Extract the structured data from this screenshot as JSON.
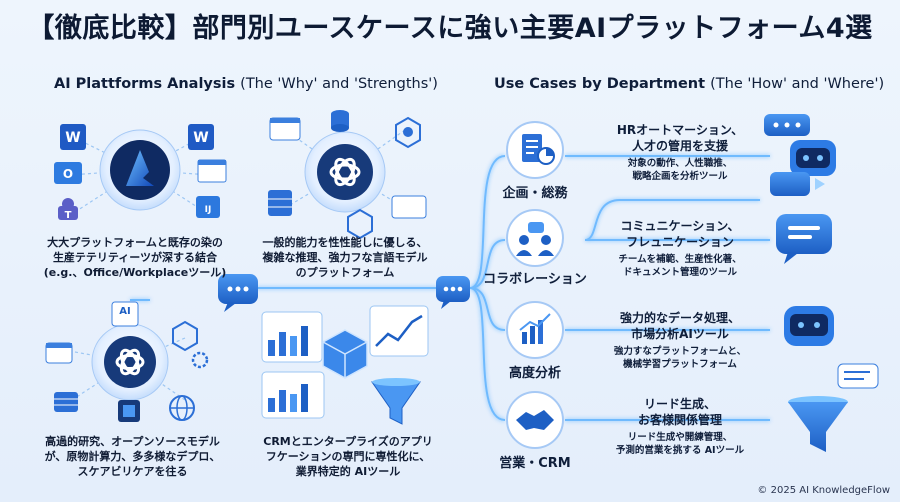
{
  "title": "【徹底比較】部門別ユースケースに強い主要AIプラットフォーム4選",
  "left_section": {
    "heading": "AI Plattforms Analysis",
    "heading_paren": "(The 'Why' and 'Strengths')",
    "panels": [
      {
        "caption": [
          "大大プラットフォームと既存の染の",
          "生産テテリティーツが深する結合",
          "(e.g.、Office/Workplaceツール)"
        ],
        "icon": "azure-hub-icon"
      },
      {
        "caption": [
          "一般的能力を性性能しに優しる、",
          "複雑な推理、強力フな言語モデル",
          "のプラットフォーム"
        ],
        "icon": "openai-hub-icon"
      },
      {
        "caption": [
          "高過的研究、オープンソースモデル",
          "が、原物計算力、多多様なデプロ、",
          "スケアビリケアを往る"
        ],
        "icon": "opensource-hub-icon",
        "chip_label": "AI"
      },
      {
        "caption": [
          "CRMとエンタープライズのアプリ",
          "フケーションの専門に専性化に、",
          "業界特定的 AIツール"
        ],
        "icon": "crm-charts-icon"
      }
    ]
  },
  "right_section": {
    "heading": "Use Cases by Department",
    "heading_paren": "(The 'How' and 'Where')",
    "departments": [
      {
        "label": "企画・総務",
        "icon": "clipboard-chart-icon",
        "uc_title": [
          "HRオートマーション、",
          "人才の管用を支援"
        ],
        "uc_sub": [
          "対象の動作、人性職推、",
          "戦略企画を分析ツール"
        ],
        "right_icon": "chatbot-robot-icon"
      },
      {
        "label": "コラボレーション",
        "icon": "team-chat-icon",
        "uc_title": [
          "コミュニケーション、",
          "フレュニケーション"
        ],
        "uc_sub": [
          "チームを補範、生産性化著、",
          "ドキュメント管理のツール"
        ],
        "right_icon": "chat-bubbles-icon"
      },
      {
        "label": "高度分析",
        "icon": "bar-chart-icon",
        "uc_title": [
          "強力的なデータ処理、",
          "市場分析AIツール"
        ],
        "uc_sub": [
          "強力すなプラットフォームと、",
          "機械学習プラットフォーム"
        ],
        "right_icon": "robot-assistant-icon"
      },
      {
        "label": "営業・CRM",
        "icon": "handshake-icon",
        "uc_title": [
          "リード生成、",
          "お客様関係管理"
        ],
        "uc_sub": [
          "リード生成や開練管理、",
          "予測的営業を挑する AIツール"
        ],
        "right_icon": "sales-funnel-icon"
      }
    ]
  },
  "footer": "© 2025 AI KnowledgeFlow",
  "colors": {
    "accent": "#2d7be5",
    "dark": "#0d1a33",
    "glow": "#7cc4ff",
    "panel": "#ffffff"
  }
}
